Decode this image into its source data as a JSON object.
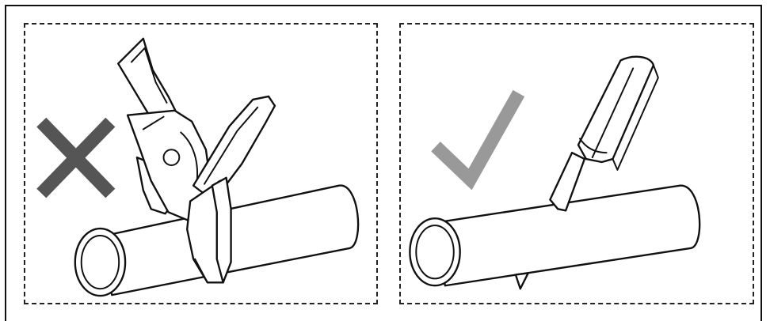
{
  "panels": [
    {
      "name": "wrong",
      "symbol": "x-mark-icon",
      "tool": "diagonal-cutting-pliers-icon",
      "verdict": "incorrect"
    },
    {
      "name": "right",
      "symbol": "check-mark-icon",
      "tool": "utility-knife-icon",
      "verdict": "correct"
    }
  ],
  "colors": {
    "x_mark": "#555555",
    "check_mark": "#999999",
    "outline": "#111111",
    "background": "#ffffff"
  }
}
